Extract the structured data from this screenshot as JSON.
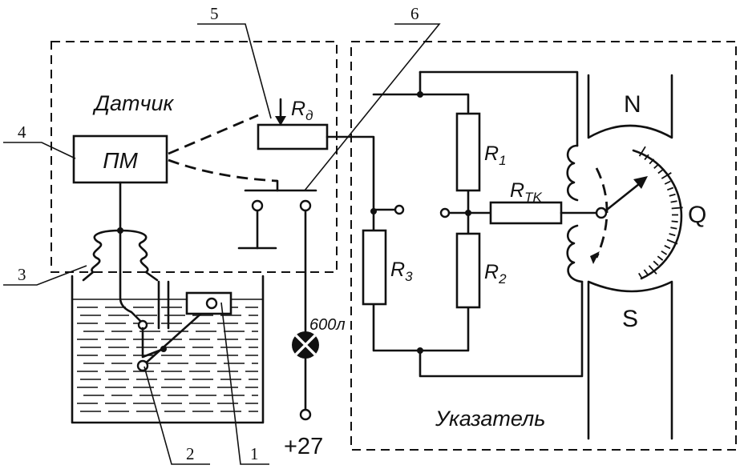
{
  "sensor": {
    "title": "Датчик",
    "pm_label": "ПМ"
  },
  "indicator": {
    "title": "Указатель"
  },
  "resistors": {
    "rd": {
      "main": "R",
      "sub": "д"
    },
    "r1": {
      "main": "R",
      "sub": "1"
    },
    "r2": {
      "main": "R",
      "sub": "2"
    },
    "r3": {
      "main": "R",
      "sub": "3"
    },
    "rtk": {
      "main": "R",
      "sub": "TK"
    }
  },
  "magnet": {
    "north": "N",
    "south": "S",
    "scale": "Q"
  },
  "lamp": {
    "label": "600л"
  },
  "supply": {
    "label": "+27"
  },
  "callouts": {
    "c1": "1",
    "c2": "2",
    "c3": "3",
    "c4": "4",
    "c5": "5",
    "c6": "6"
  }
}
